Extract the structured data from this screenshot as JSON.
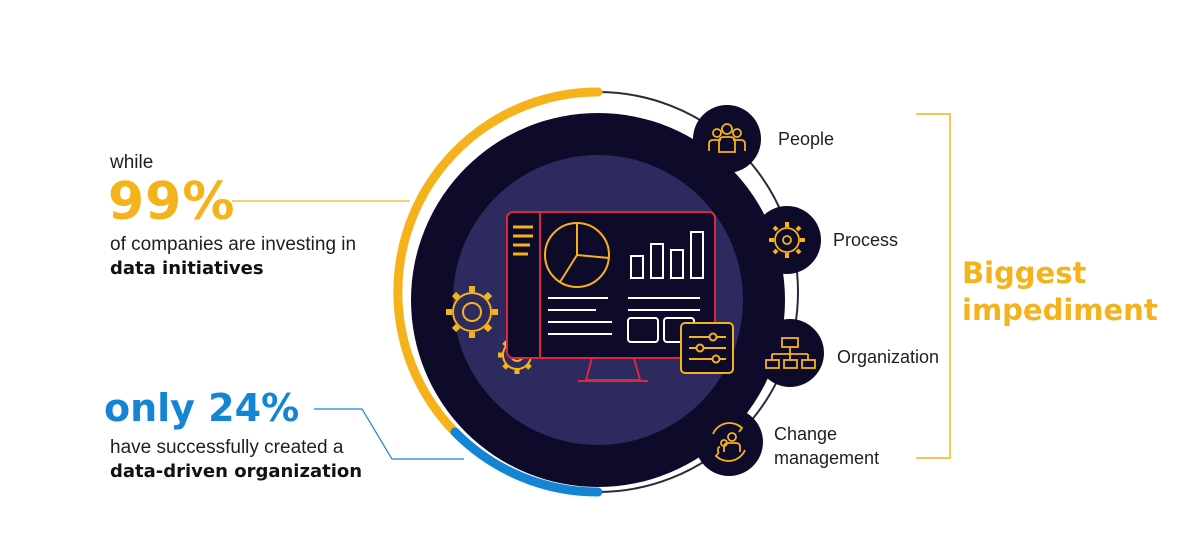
{
  "left_top": {
    "intro": "while",
    "stat": "99%",
    "desc": "of companies are investing in",
    "desc_bold": "data initiatives"
  },
  "left_bottom": {
    "stat": "only 24%",
    "desc": "have successfully created a",
    "desc_bold": "data-driven organization"
  },
  "impediments": [
    {
      "label": "People",
      "icon": "people-icon"
    },
    {
      "label": "Process",
      "icon": "gear-process-icon"
    },
    {
      "label": "Organization",
      "icon": "org-chart-icon"
    },
    {
      "label": "Change",
      "label2": "management",
      "icon": "change-management-icon"
    }
  ],
  "impediment_heading": {
    "line1": "Biggest",
    "line2": "impediment"
  },
  "colors": {
    "yellow": "#f5b21a",
    "blue": "#1485d4",
    "navy": "#0d0a2a",
    "inner": "#2c2a5e",
    "red": "#d8283c"
  }
}
